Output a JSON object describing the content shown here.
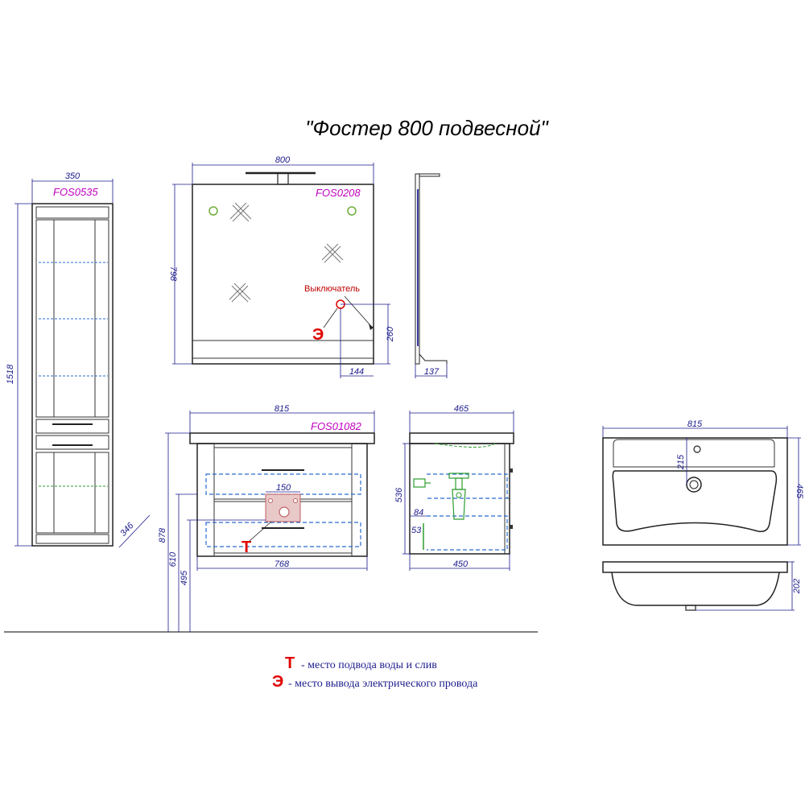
{
  "title": "\"Фостер 800 подвесной\"",
  "colors": {
    "dimension": "#1a1a8c",
    "article_code": "#c000c0",
    "mark_red": "#e00000",
    "pipe_blue": "#2a6bd1",
    "siphon_green": "#2e9c2e"
  },
  "pencil_case": {
    "code": "FOS0535",
    "width": "350",
    "height": "1518",
    "depth": "346"
  },
  "mirror": {
    "code": "FOS0208",
    "width": "800",
    "height": "798",
    "switch_label": "Выключатель",
    "switch_height": "260",
    "switch_offset": "144",
    "side_depth": "137",
    "electric_mark": "Э"
  },
  "vanity": {
    "code": "FOS01082",
    "top_width": "815",
    "body_width": "768",
    "supply_width": "150",
    "height_878": "878",
    "height_610": "610",
    "height_495": "495",
    "water_mark": "Т",
    "side_width": "465",
    "side_depth": "450",
    "side_height": "536",
    "dim_84": "84",
    "dim_53": "53"
  },
  "basin": {
    "width": "815",
    "depth": "465",
    "tap_offset": "215",
    "height": "202"
  },
  "legend": [
    {
      "mark": "Т",
      "text": "- место подвода воды и слив"
    },
    {
      "mark": "Э",
      "text": "-  место вывода электрического провода"
    }
  ]
}
